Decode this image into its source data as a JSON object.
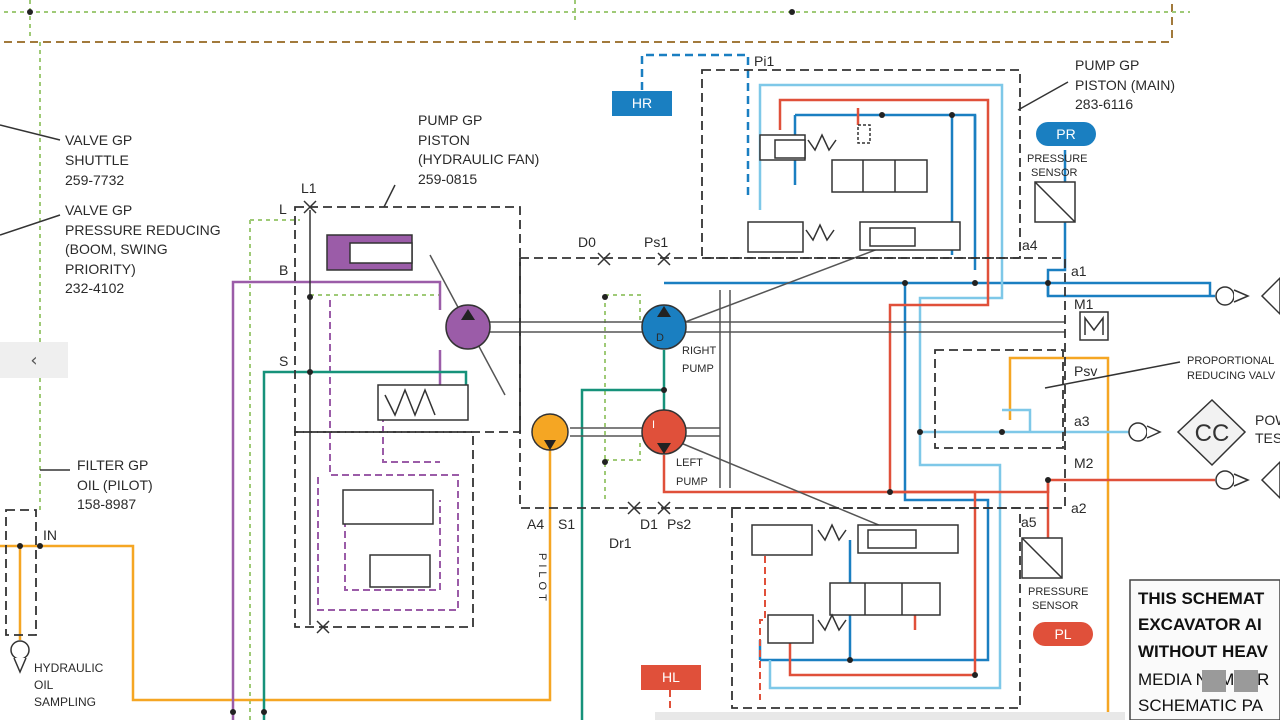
{
  "components": {
    "valve_shuttle": {
      "name": "VALVE GP",
      "type": "SHUTTLE",
      "part": "259-7732"
    },
    "valve_pressure_reducing": {
      "name": "VALVE GP",
      "type1": "PRESSURE REDUCING",
      "type2": "(BOOM, SWING",
      "type3": "PRIORITY)",
      "part": "232-4102"
    },
    "pump_fan": {
      "name": "PUMP GP",
      "type": "PISTON",
      "sub": "(HYDRAULIC FAN)",
      "part": "259-0815"
    },
    "pump_main": {
      "name": "PUMP GP",
      "type": "PISTON (MAIN)",
      "part": "283-6116"
    },
    "filter_pilot": {
      "name": "FILTER GP",
      "type": "OIL (PILOT)",
      "part": "158-8987"
    },
    "sampling": {
      "line1": "HYDRAULIC",
      "line2": "OIL",
      "line3": "SAMPLING"
    },
    "prop_valve": {
      "line1": "PROPORTIONAL",
      "line2": "REDUCING VALV"
    },
    "pressure_sensor_top": {
      "line1": "PRESSURE",
      "line2": "SENSOR"
    },
    "pressure_sensor_bottom": {
      "line1": "PRESSURE",
      "line2": "SENSOR"
    },
    "right_pump": {
      "line1": "RIGHT",
      "line2": "PUMP"
    },
    "left_pump": {
      "line1": "LEFT",
      "line2": "PUMP"
    },
    "power": {
      "line1": "POW",
      "line2": "TES"
    }
  },
  "tags": {
    "hr": "HR",
    "pr": "PR",
    "pl": "PL",
    "hl": "HL",
    "cc": "CC"
  },
  "ports": {
    "L1": "L1",
    "L": "L",
    "B": "B",
    "S": "S",
    "D0": "D0",
    "Ps1": "Ps1",
    "Pi1": "Pi1",
    "a4": "a4",
    "a1": "a1",
    "M1": "M1",
    "Psv": "Psv",
    "a3": "a3",
    "M2": "M2",
    "a2": "a2",
    "a5": "a5",
    "A4": "A4",
    "S1": "S1",
    "D1": "D1",
    "Ps2": "Ps2",
    "Dr1": "Dr1",
    "IN": "IN",
    "pilot": "PILOT",
    "pump_D": "D",
    "pump_I": "I"
  },
  "note": {
    "line1": "THIS SCHEMAT",
    "line2": "EXCAVATOR AI",
    "line3": "WITHOUT HEAV",
    "line4": "MEDIA NUMBER",
    "line5": "SCHEMATIC PA"
  },
  "colors": {
    "blue": "#1a7fc1",
    "light_blue": "#7ec8e8",
    "red": "#e0503a",
    "orange": "#f5a623",
    "purple": "#9b5ca8",
    "teal": "#16927a",
    "green_dash": "#9fca77",
    "brown_dash": "#a27a3c"
  },
  "nav": {
    "prev": "‹"
  }
}
